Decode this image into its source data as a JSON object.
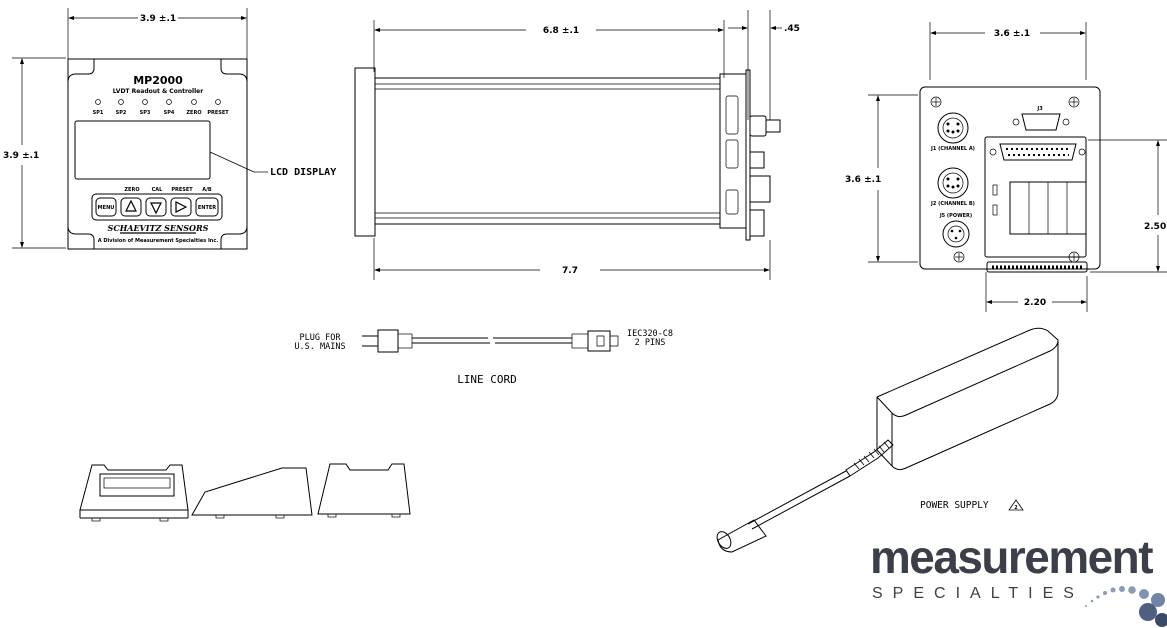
{
  "front_view": {
    "width_dim": "3.9 ±.1",
    "height_dim": "3.9 ±.1",
    "model": "MP2000",
    "subtitle": "LVDT Readout & Controller",
    "indicators": [
      "SP1",
      "SP2",
      "SP3",
      "SP4",
      "ZERO",
      "PRESET"
    ],
    "button_labels": [
      "ZERO",
      "CAL",
      "PRESET",
      "A/B"
    ],
    "key_menu": "MENU",
    "key_enter": "ENTER",
    "brand_logo": "SCHAEVITZ SENSORS",
    "division": "A Division of Measurement Specialties Inc.",
    "lcd_callout": "LCD DISPLAY"
  },
  "side_view": {
    "length_dim": "6.8 ±.1",
    "rear_dim": ".45",
    "total_dim": "7.7"
  },
  "rear_view": {
    "width_dim": "3.6 ±.1",
    "height_dim": "3.6 ±.1",
    "right_dim": "2.50",
    "bottom_dim": "2.20",
    "j3": "J3",
    "j1": "J1 (CHANNEL A)",
    "j2": "J2 (CHANNEL B)",
    "j5": "J5 (POWER)"
  },
  "line_cord": {
    "plug_line1": "PLUG FOR",
    "plug_line2": "U.S. MAINS",
    "connector_line1": "IEC320-C8",
    "connector_line2": "2 PINS",
    "title": "LINE CORD"
  },
  "power_supply": {
    "label": "POWER SUPPLY",
    "note_number": "2"
  },
  "logo": {
    "word": "measurement",
    "sub": "SPECIALTIES",
    "brand_color": "#3b3f4a",
    "dot_color": "#8a9bb8"
  }
}
